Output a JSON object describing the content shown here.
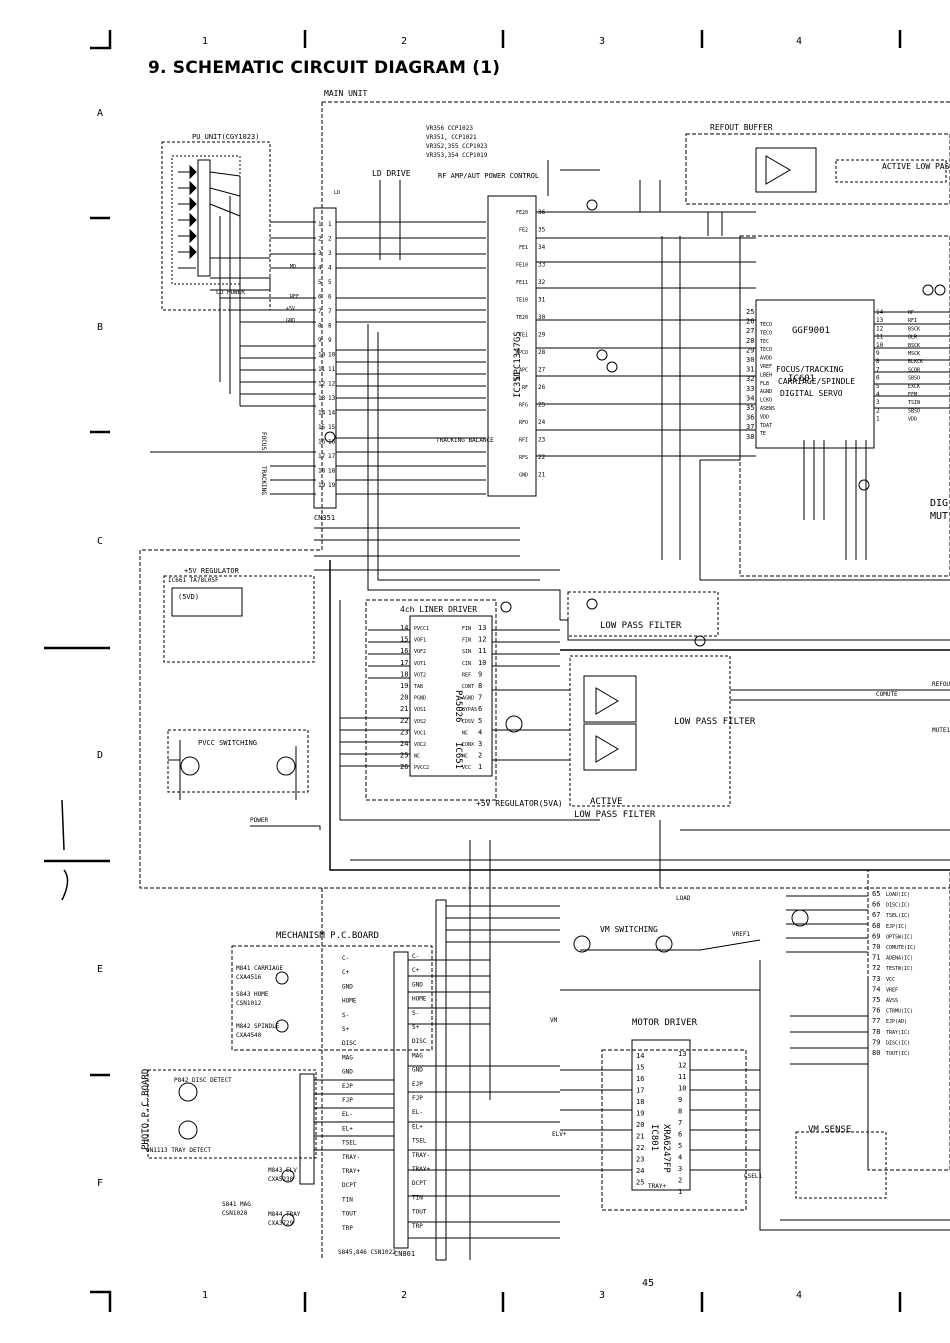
{
  "page_title": "9. SCHEMATIC CIRCUIT DIAGRAM (1)",
  "page_number": "45",
  "grid": {
    "columns": [
      "1",
      "2",
      "3",
      "4"
    ],
    "rows": [
      "A",
      "B",
      "C",
      "D",
      "E",
      "F"
    ]
  },
  "blocks": {
    "main_unit": "MAIN UNIT",
    "pu_unit": "PU UNIT(CGY1023)",
    "ld_drive": "LD DRIVE",
    "rf_amp": "RF AMP/AUT POWER CONTROL",
    "refout_buffer": "REFOUT BUFFER",
    "active_low_pass": "ACTIVE LOW PASS",
    "servo_chip": "GGF9001",
    "servo_ic": "IC601",
    "servo_desc_1": "FOCUS/TRACKING",
    "servo_desc_2": "CARRIAGE/SPINDLE",
    "servo_desc_3": "DIGITAL SERVO",
    "rf_chip": "UPC1347GS",
    "rf_ic": "IC351",
    "regulator": "+5V REGULATOR",
    "regulator_ic": "IC661 TA78L05F",
    "regulator_out": "(5VD)",
    "liner_driver": "4ch LINER DRIVER",
    "driver_chip": "PA5026",
    "driver_ic": "IC651",
    "pvcc_switching": "PVCC SWITCHING",
    "lpf_1": "LOW PASS FILTER",
    "lpf_2": "LOW PASS FILTER",
    "active_lpf_1": "ACTIVE",
    "active_lpf_2": "LOW PASS FILTER",
    "regulator_5va": "+5V REGULATOR(5VA)",
    "mechanism_board": "MECHANISM P.C.BOARD",
    "photo_board": "PHOTO P.C.BOARD",
    "vm_switching": "VM SWITCHING",
    "motor_driver": "MOTOR DRIVER",
    "motor_chip": "XRA6247FP",
    "motor_ic": "IC801",
    "vm_sense": "VM SENSE",
    "digi_label": "DIG",
    "mute_label": "MUT",
    "cn351": "CN351",
    "cn801": "CN801",
    "ld_power": "LD POWER",
    "focus": "FOCUS",
    "tracking": "TRACKING",
    "tracking_balance": "TRACKING BALANCE",
    "disc_detect": "P842 DISC DETECT",
    "tray_detect": "ON1113 TRAY DETECT",
    "switch_list": "S845,846 CSN1022"
  },
  "vr_list": [
    "VR356     CCP1023",
    "VR351,    CCP1021",
    "VR352,355 CCP1023",
    "VR353,354 CCP1019"
  ],
  "motors": [
    {
      "name": "M841 CARRIAGE",
      "part": "CXA4516"
    },
    {
      "name": "S843 HOME",
      "part": "CSN1012"
    },
    {
      "name": "M842 SPINDLE",
      "part": "CXA4540"
    },
    {
      "name": "M843 ELV",
      "part": "CXA5238"
    },
    {
      "name": "S841 MAG",
      "part": "CSN1020"
    },
    {
      "name": "M844 TRAY",
      "part": "CXA3729"
    }
  ],
  "mech_signals": [
    "C-",
    "C+",
    "GND",
    "HOME",
    "S-",
    "S+",
    "DISC",
    "MAG",
    "GND",
    "EJP",
    "FJP",
    "EL-",
    "EL+",
    "TSEL",
    "TRAY-",
    "TRAY+",
    "DCPT",
    "TIN",
    "TOUT",
    "TRP"
  ],
  "servo_pins_right": [
    "14",
    "13",
    "12",
    "11",
    "10",
    "9",
    "8",
    "7",
    "6",
    "5",
    "4",
    "3",
    "2",
    "1"
  ],
  "servo_pins_left": [
    "25",
    "26",
    "27",
    "28",
    "29",
    "30",
    "31",
    "32",
    "33",
    "34",
    "35",
    "36",
    "37",
    "38"
  ],
  "servo_sig_left": [
    "TECO",
    "TECO",
    "TEC",
    "TECO",
    "AVDD",
    "VREF",
    "LBEH",
    "FLB",
    "AGND",
    "LCKO",
    "ASENS",
    "VDD",
    "TDAT",
    "TE"
  ],
  "servo_sig_right": [
    "RF",
    "RFI",
    "BSCK",
    "BLR",
    "BSCK",
    "MSCK",
    "BLKCK",
    "SCOR",
    "SBSO",
    "EXCK",
    "EFM",
    "TSIN",
    "SBSO",
    "VDD"
  ],
  "rf_pins_left": [
    "FE20",
    "FE2",
    "FE1",
    "FE10",
    "FE11",
    "TE10",
    "TE20",
    "TE1",
    "APCO",
    "APC",
    "RF",
    "RFG",
    "RFO",
    "RFI",
    "RFS",
    "GND"
  ],
  "rf_pins_num": [
    "36",
    "35",
    "34",
    "33",
    "32",
    "31",
    "30",
    "29",
    "28",
    "27",
    "26",
    "25",
    "24",
    "23",
    "22",
    "21"
  ],
  "liner_pins": [
    {
      "l": "14",
      "ln": "PVCC1",
      "r": "FIN",
      "rn": "13"
    },
    {
      "l": "15",
      "ln": "VOF1",
      "r": "FIN",
      "rn": "12"
    },
    {
      "l": "16",
      "ln": "VOF2",
      "r": "SIN",
      "rn": "11"
    },
    {
      "l": "17",
      "ln": "VOT1",
      "r": "CIN",
      "rn": "10"
    },
    {
      "l": "18",
      "ln": "VOT2",
      "r": "REF",
      "rn": "9"
    },
    {
      "l": "19",
      "ln": "TAB",
      "r": "CONT",
      "rn": "8"
    },
    {
      "l": "20",
      "ln": "PGND",
      "r": "AGND",
      "rn": "7"
    },
    {
      "l": "21",
      "ln": "VOS1",
      "r": "BYPAS",
      "rn": "6"
    },
    {
      "l": "22",
      "ln": "VOS2",
      "r": "CDSV",
      "rn": "5"
    },
    {
      "l": "23",
      "ln": "VOC1",
      "r": "NC",
      "rn": "4"
    },
    {
      "l": "24",
      "ln": "VOC2",
      "r": "CONX",
      "rn": "3"
    },
    {
      "l": "25",
      "ln": "NC",
      "r": "NC",
      "rn": "2"
    },
    {
      "l": "26",
      "ln": "PVCC2",
      "r": "VCC",
      "rn": "1"
    }
  ],
  "motor_pins_left": [
    "14",
    "15",
    "16",
    "17",
    "18",
    "19",
    "20",
    "21",
    "22",
    "23",
    "24",
    "25"
  ],
  "motor_pins_right": [
    "13",
    "12",
    "11",
    "10",
    "9",
    "8",
    "7",
    "6",
    "5",
    "4",
    "3",
    "2",
    "1"
  ],
  "cn351_pins": [
    "1",
    "2",
    "3",
    "4",
    "5",
    "6",
    "7",
    "8",
    "9",
    "10",
    "11",
    "12",
    "13",
    "14",
    "15",
    "16",
    "17",
    "18",
    "19"
  ],
  "right_pins": [
    "65",
    "66",
    "67",
    "68",
    "69",
    "70",
    "71",
    "72",
    "73",
    "74",
    "75",
    "76",
    "77",
    "78",
    "79",
    "80"
  ],
  "right_signals": [
    "LOAD(IC)",
    "DISC(IC)",
    "TSEL(IC)",
    "EJP(IC)",
    "OPTSW(IC)",
    "COMUTE(IC)",
    "ADENA(IC)",
    "TESTW(IC)",
    "VCC",
    "VREF",
    "AVSS",
    "CTRMU(IC)",
    "EJP(AD)",
    "TRAY(IC)",
    "DISC(IC)",
    "TOUT(IC)"
  ],
  "refout": "REFOUT",
  "comute": "COMUTE",
  "mute1": "MUTE1",
  "labels_misc": {
    "power": "POWER",
    "ld": "LD",
    "md": "MD",
    "ref": "REF",
    "vcc5": "+5V",
    "gnd": "GND",
    "load": "LOAD",
    "vref1": "VREF1",
    "tray_plus": "TRAY+",
    "elv_plus": "ELV+",
    "vm": "VM",
    "cselt": "CSEL1"
  }
}
